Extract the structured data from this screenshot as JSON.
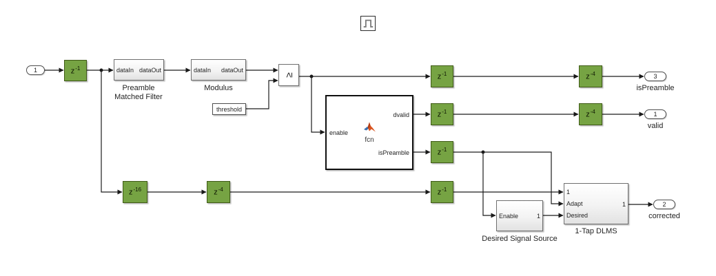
{
  "diagram": {
    "annotation": {
      "icon": "pulse-waveform"
    },
    "inport": {
      "number": "1"
    },
    "outports": {
      "isPreamble": {
        "number": "3",
        "label": "isPreamble"
      },
      "valid": {
        "number": "1",
        "label": "valid"
      },
      "corrected": {
        "number": "2",
        "label": "corrected"
      }
    },
    "blocks": {
      "preamble_matched_filter": {
        "name_line1": "Preamble",
        "name_line2": "Matched Filter",
        "port_in": "dataIn",
        "port_out": "dataOut"
      },
      "modulus": {
        "name": "Modulus",
        "port_in": "dataIn",
        "port_out": "dataOut"
      },
      "threshold": {
        "label": "threshold"
      },
      "compare": {
        "symbol": "≥"
      },
      "matlab_function": {
        "label": "fcn",
        "port_enable": "enable",
        "port_dvalid": "dvalid",
        "port_ispreamble": "isPreamble"
      },
      "desired_signal_source": {
        "name": "Desired Signal Source",
        "port_enable": "Enable",
        "port_out": "1"
      },
      "one_tap_dlms": {
        "name": "1-Tap DLMS",
        "port_in1": "1",
        "port_adapt": "Adapt",
        "port_desired": "Desired",
        "port_out": "1"
      }
    },
    "delays": [
      {
        "base": "z",
        "exp": "-1"
      },
      {
        "base": "z",
        "exp": "-1"
      },
      {
        "base": "z",
        "exp": "-1"
      },
      {
        "base": "z",
        "exp": "-1"
      },
      {
        "base": "z",
        "exp": "-1"
      },
      {
        "base": "z",
        "exp": "-4"
      },
      {
        "base": "z",
        "exp": "-4"
      },
      {
        "base": "z",
        "exp": "-16"
      },
      {
        "base": "z",
        "exp": "-4"
      }
    ],
    "colors": {
      "delay_fill": "#76A343",
      "delay_border": "#3F5A16",
      "wire": "#1A1A1A",
      "canvas_bg": "#FFFFFF"
    }
  }
}
